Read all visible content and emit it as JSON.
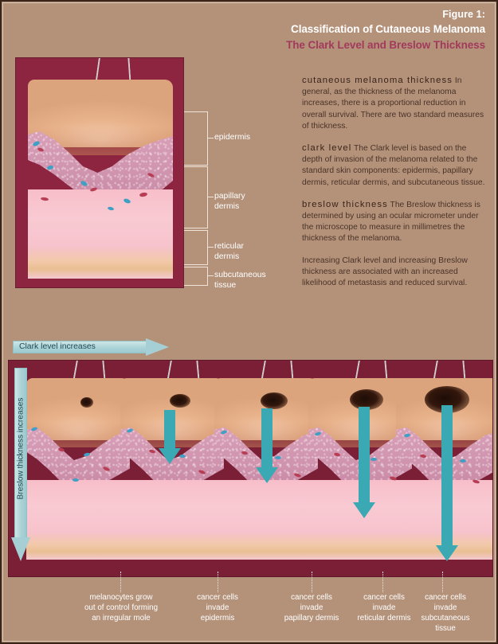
{
  "header": {
    "figure_number": "Figure 1:",
    "title_line1": "Classification of Cutaneous Melanoma",
    "title_line2": "The Clark Level and Breslow Thickness",
    "accent_color": "#a23a5c",
    "title_color": "#ffffff"
  },
  "copy": {
    "paragraphs": [
      {
        "lead": "cutaneous melanoma thickness",
        "body": " In general, as the thickness of the melanoma increases, there is a proportional reduction in overall survival. There are two standard measures of thickness."
      },
      {
        "lead": "clark level",
        "body": " The Clark level is based on the depth of invasion of the melanoma related to the standard skin components: epidermis, papillary dermis, reticular dermis, and subcutaneous tissue."
      },
      {
        "lead": "breslow thickness",
        "body": " The Breslow thickness is determined by using an ocular micrometer under the microscope to measure in millimetres the thickness of the melanoma."
      },
      {
        "lead": "",
        "body": "Increasing Clark level and increasing Breslow thickness are associated with an increased likelihood of metastasis and reduced survival."
      }
    ]
  },
  "skin_layers": [
    {
      "name": "epidermis",
      "label": "epidermis"
    },
    {
      "name": "papillary-dermis",
      "label": "papillary\ndermis",
      "label_line1": "papillary",
      "label_line2": "dermis"
    },
    {
      "name": "reticular-dermis",
      "label": "reticular\ndermis",
      "label_line1": "reticular",
      "label_line2": "dermis"
    },
    {
      "name": "subcutaneous-tissue",
      "label": "subcutaneous\ntissue",
      "label_line1": "subcutaneous",
      "label_line2": "tissue"
    }
  ],
  "axes": {
    "horizontal_arrow_label": "Clark level increases",
    "vertical_arrow_label": "Breslow thickness increases",
    "arrow_color": "#a5cfd4",
    "arrow_text_color": "#1e4954"
  },
  "progression": {
    "invasion_arrow_color": "#3ba9b4",
    "stages": [
      {
        "index": 1,
        "caption_lines": [
          "melanocytes grow",
          "out of control forming",
          "an irregular mole"
        ],
        "has_invasion_arrow": false,
        "lesion_size": "small"
      },
      {
        "index": 2,
        "caption_lines": [
          "cancer cells",
          "invade",
          "epidermis"
        ],
        "has_invasion_arrow": true,
        "lesion_size": "small-medium"
      },
      {
        "index": 3,
        "caption_lines": [
          "cancer cells",
          "invade",
          "papillary dermis"
        ],
        "has_invasion_arrow": true,
        "lesion_size": "medium"
      },
      {
        "index": 4,
        "caption_lines": [
          "cancer cells",
          "invade",
          "reticular dermis"
        ],
        "has_invasion_arrow": true,
        "lesion_size": "large"
      },
      {
        "index": 5,
        "caption_lines": [
          "cancer cells",
          "invade",
          "subcutaneous",
          "tissue"
        ],
        "has_invasion_arrow": true,
        "lesion_size": "largest"
      }
    ]
  },
  "palette": {
    "background": "#b4927a",
    "panel_maroon": "#7b1f37",
    "panel_top_maroon": "#8d2540",
    "skin_surface": "#e7b189",
    "epidermis": "#cf93ad",
    "dermis": "#f7bec9",
    "fat": "#eebf93",
    "vessel_blue": "#3f9fc4",
    "vessel_red": "#b83e55",
    "mole": "#1d0d07"
  }
}
